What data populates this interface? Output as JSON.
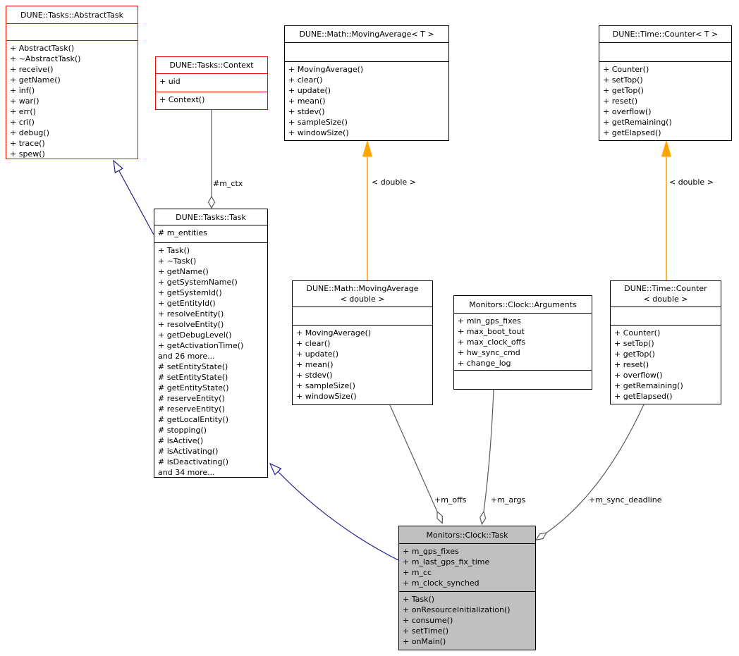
{
  "diagram": {
    "kind": "uml-collaboration-diagram",
    "focus_class": "Monitors::Clock::Task",
    "colors": {
      "background": "#ffffff",
      "box_border": "#000000",
      "unresolved_box_border": "#ff0000",
      "focus_box_fill": "#c0c0c0",
      "inheritance_edge": "#20208d",
      "template_edge": "#ffa500",
      "member_edge": "#5a5a5a"
    },
    "classes": {
      "abstract_task": {
        "title_lines": [
          "DUNE::Tasks::AbstractTask"
        ],
        "attributes": [],
        "methods": [
          "+ AbstractTask()",
          "+ ~AbstractTask()",
          "+ receive()",
          "+ getName()",
          "+ inf()",
          "+ war()",
          "+ err()",
          "+ cri()",
          "+ debug()",
          "+ trace()",
          "+ spew()"
        ]
      },
      "context": {
        "title_lines": [
          "DUNE::Tasks::Context"
        ],
        "attributes": [
          "+ uid"
        ],
        "methods": [
          "+ Context()"
        ]
      },
      "moving_average_t": {
        "title_lines": [
          "DUNE::Math::MovingAverage< T >"
        ],
        "attributes": [],
        "methods": [
          "+ MovingAverage()",
          "+ clear()",
          "+ update()",
          "+ mean()",
          "+ stdev()",
          "+ sampleSize()",
          "+ windowSize()"
        ]
      },
      "counter_t": {
        "title_lines": [
          "DUNE::Time::Counter< T >"
        ],
        "attributes": [],
        "methods": [
          "+ Counter()",
          "+ setTop()",
          "+ getTop()",
          "+ reset()",
          "+ overflow()",
          "+ getRemaining()",
          "+ getElapsed()"
        ]
      },
      "task": {
        "title_lines": [
          "DUNE::Tasks::Task"
        ],
        "attributes": [
          "# m_entities"
        ],
        "methods": [
          "+ Task()",
          "+ ~Task()",
          "+ getName()",
          "+ getSystemName()",
          "+ getSystemId()",
          "+ getEntityId()",
          "+ resolveEntity()",
          "+ resolveEntity()",
          "+ getDebugLevel()",
          "+ getActivationTime()",
          "and 26 more...",
          "# setEntityState()",
          "# setEntityState()",
          "# getEntityState()",
          "# reserveEntity()",
          "# reserveEntity()",
          "# getLocalEntity()",
          "# stopping()",
          "# isActive()",
          "# isActivating()",
          "# isDeactivating()",
          "and 34 more..."
        ]
      },
      "moving_average_double": {
        "title_lines": [
          "DUNE::Math::MovingAverage",
          "< double >"
        ],
        "attributes": [],
        "methods": [
          "+ MovingAverage()",
          "+ clear()",
          "+ update()",
          "+ mean()",
          "+ stdev()",
          "+ sampleSize()",
          "+ windowSize()"
        ]
      },
      "arguments": {
        "title_lines": [
          "Monitors::Clock::Arguments"
        ],
        "attributes": [
          "+ min_gps_fixes",
          "+ max_boot_tout",
          "+ max_clock_offs",
          "+ hw_sync_cmd",
          "+ change_log"
        ],
        "methods": []
      },
      "counter_double": {
        "title_lines": [
          "DUNE::Time::Counter",
          "< double >"
        ],
        "attributes": [],
        "methods": [
          "+ Counter()",
          "+ setTop()",
          "+ getTop()",
          "+ reset()",
          "+ overflow()",
          "+ getRemaining()",
          "+ getElapsed()"
        ]
      },
      "clock_task": {
        "title_lines": [
          "Monitors::Clock::Task"
        ],
        "attributes": [
          "+ m_gps_fixes",
          "+ m_last_gps_fix_time",
          "+ m_cc",
          "+ m_clock_synched"
        ],
        "methods": [
          "+ Task()",
          "+ onResourceInitialization()",
          "+ consume()",
          "+ setTime()",
          "+ onMain()"
        ]
      }
    },
    "edges": {
      "m_ctx": {
        "label": "#m_ctx",
        "from": "context",
        "to": "task",
        "type": "aggregation"
      },
      "ma_instance": {
        "label": "< double >",
        "from": "moving_average_double",
        "to": "moving_average_t",
        "type": "template-instantiation"
      },
      "counter_instance": {
        "label": "< double >",
        "from": "counter_double",
        "to": "counter_t",
        "type": "template-instantiation"
      },
      "m_offs": {
        "label": "+m_offs",
        "from": "moving_average_double",
        "to": "clock_task",
        "type": "aggregation"
      },
      "m_args": {
        "label": "+m_args",
        "from": "arguments",
        "to": "clock_task",
        "type": "aggregation"
      },
      "m_sync_deadline": {
        "label": "+m_sync_deadline",
        "from": "counter_double",
        "to": "clock_task",
        "type": "aggregation"
      },
      "inherit_abstract": {
        "label": "",
        "from": "task",
        "to": "abstract_task",
        "type": "inheritance"
      },
      "inherit_task": {
        "label": "",
        "from": "clock_task",
        "to": "task",
        "type": "inheritance"
      }
    }
  }
}
